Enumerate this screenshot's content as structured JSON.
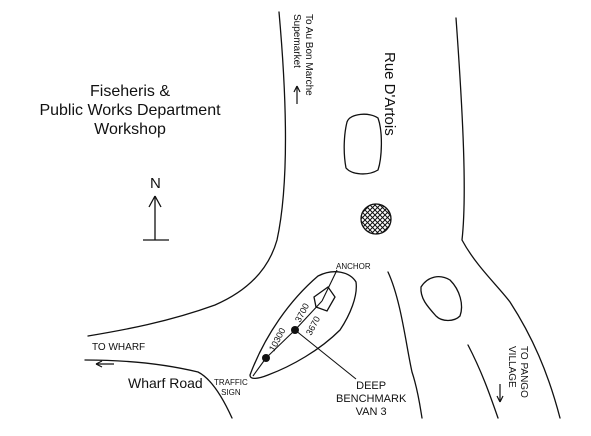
{
  "labels": {
    "workshop": [
      "Fiseheris &",
      "Public Works Department",
      "Workshop"
    ],
    "rue_dartois": "Rue D'Artois",
    "to_supermarket": [
      "To Au Bon Marche",
      "Supemarket"
    ],
    "north": "N",
    "anchor": "ANCHOR",
    "to_wharf": "TO WHARF",
    "wharf_road": "Wharf Road",
    "traffic_sign": [
      "TRAFFIC",
      "SIGN"
    ],
    "deep_benchmark": [
      "DEEP",
      "BENCHMARK",
      "VAN 3"
    ],
    "to_pango": [
      "TO PANGO",
      "VILLAGE"
    ],
    "distances": {
      "d10300": "10300",
      "d3700": "3700",
      "d3670": "3670"
    }
  },
  "colors": {
    "ink": "#111111",
    "background": "#ffffff"
  }
}
